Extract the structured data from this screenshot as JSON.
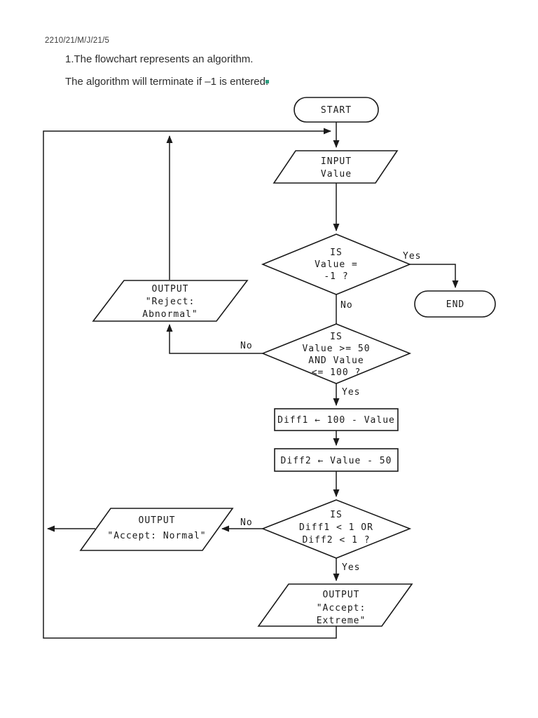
{
  "header": {
    "code": "2210/21/M/J/21/5",
    "title": "1.The flowchart represents an algorithm.",
    "subtitle": "The algorithm will terminate if –1 is entered."
  },
  "colors": {
    "line": "#1a1a1a",
    "annotation_dot": "#2f9d80",
    "page_background": "#ffffff"
  },
  "flowchart": {
    "start": {
      "label": "START"
    },
    "input": {
      "lines": [
        "INPUT",
        "Value"
      ]
    },
    "decision1": {
      "lines": [
        "IS",
        "Value =",
        "-1 ?"
      ],
      "yes": "Yes",
      "no": "No"
    },
    "end": {
      "label": "END"
    },
    "output_reject": {
      "lines": [
        "OUTPUT",
        "\"Reject:",
        "Abnormal\""
      ]
    },
    "decision2": {
      "lines": [
        "IS",
        "Value >= 50",
        "AND Value",
        "<= 100 ?"
      ],
      "yes": "Yes",
      "no": "No"
    },
    "process1": {
      "label": "Diff1 ← 100 - Value"
    },
    "process2": {
      "label": "Diff2 ← Value - 50"
    },
    "decision3": {
      "lines": [
        "IS",
        "Diff1 < 1 OR",
        "Diff2 < 1 ?"
      ],
      "yes": "Yes",
      "no": "No"
    },
    "output_normal": {
      "lines": [
        "OUTPUT",
        "\"Accept: Normal\""
      ]
    },
    "output_extreme": {
      "lines": [
        "OUTPUT",
        "\"Accept:",
        "Extreme\""
      ]
    }
  }
}
